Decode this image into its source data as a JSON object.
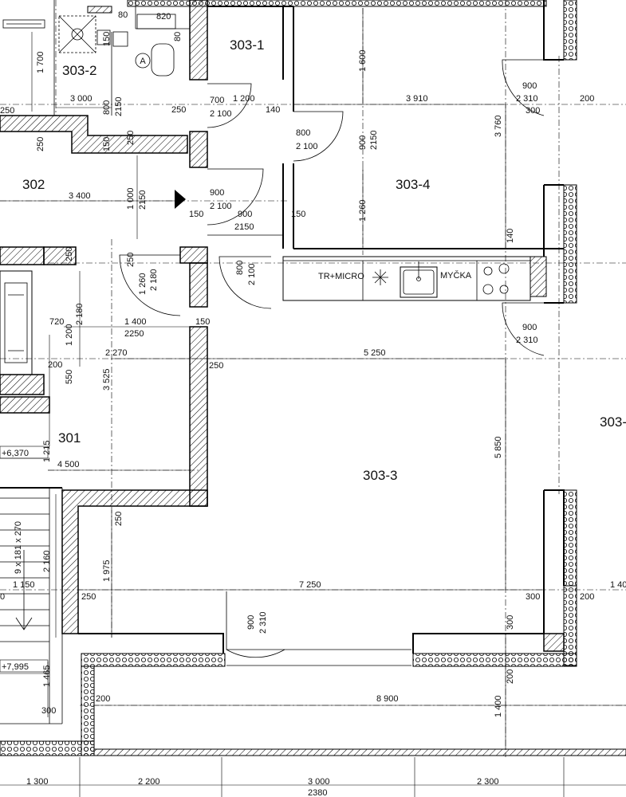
{
  "rooms": {
    "r303_1": "303-1",
    "r303_2": "303-2",
    "r302": "302",
    "r303_4": "303-4",
    "r301": "301",
    "r303_3": "303-3",
    "r303_edge": "303-"
  },
  "fixtures": {
    "tr_micro": "TR+MICRO",
    "sink_label": "MYČKA",
    "toilet_mark": "A"
  },
  "levels": {
    "l1": "+6,370",
    "l2": "+7,995"
  },
  "stair_note": "9 x 181 x 270",
  "dims": {
    "d820": "820",
    "d80a": "80",
    "d80b": "80",
    "d150a": "150",
    "d1700": "1 700",
    "d250a": "250",
    "d3000": "3 000",
    "d800a": "800",
    "d2150a": "2150",
    "d250b": "250",
    "d700": "700",
    "d1200a": "1 200",
    "d2100a": "2 100",
    "d140a": "140",
    "d1600": "1 600",
    "d3910": "3 910",
    "d900a": "900",
    "d2310a": "2 310",
    "d300a": "300",
    "d200a": "200",
    "d250c": "250",
    "d150b": "150",
    "d250d": "250",
    "d800b": "800",
    "d2100b": "2 100",
    "d900b": "900",
    "d2150b": "2150",
    "d3760": "3 760",
    "d3400": "3 400",
    "d1000": "1 000",
    "d2150c": "2150",
    "d900c": "900",
    "d2100c": "2 100",
    "d1260a": "1 260",
    "d150c": "150",
    "d900d": "900",
    "d2150d": "2150",
    "d150d": "150",
    "d140b": "140",
    "d250e": "250",
    "d250f": "250",
    "d1260b": "1 260",
    "d2180a": "2 180",
    "d800c": "800",
    "d2100d": "2 100",
    "d720": "720",
    "d2180b": "2 180",
    "d1400a": "1 400",
    "d2250": "2250",
    "d150e": "150",
    "d1200b": "1 200",
    "d2270": "2 270",
    "d5250": "5 250",
    "d900e": "900",
    "d2310b": "2 310",
    "d200b": "200",
    "d550": "550",
    "d3525": "3 525",
    "d250g": "250",
    "d5850": "5 850",
    "d1215": "1 215",
    "d4500": "4 500",
    "d250h": "250",
    "d2160": "2 160",
    "d1975": "1 975",
    "d1150": "1 150",
    "d0": "0",
    "d250i": "250",
    "d7250": "7 250",
    "d300b": "300",
    "d200c": "200",
    "d140c": "1 40",
    "d900f": "900",
    "d2310c": "2 310",
    "d300c": "300",
    "d1465": "1 465",
    "d200d": "200",
    "d8900": "8 900",
    "d200e": "200",
    "d1400b": "1 400",
    "d300d": "300",
    "d1300": "1 300",
    "d2200": "2 200",
    "d3000b": "3 000",
    "d2380": "2380",
    "d2300": "2 300"
  }
}
